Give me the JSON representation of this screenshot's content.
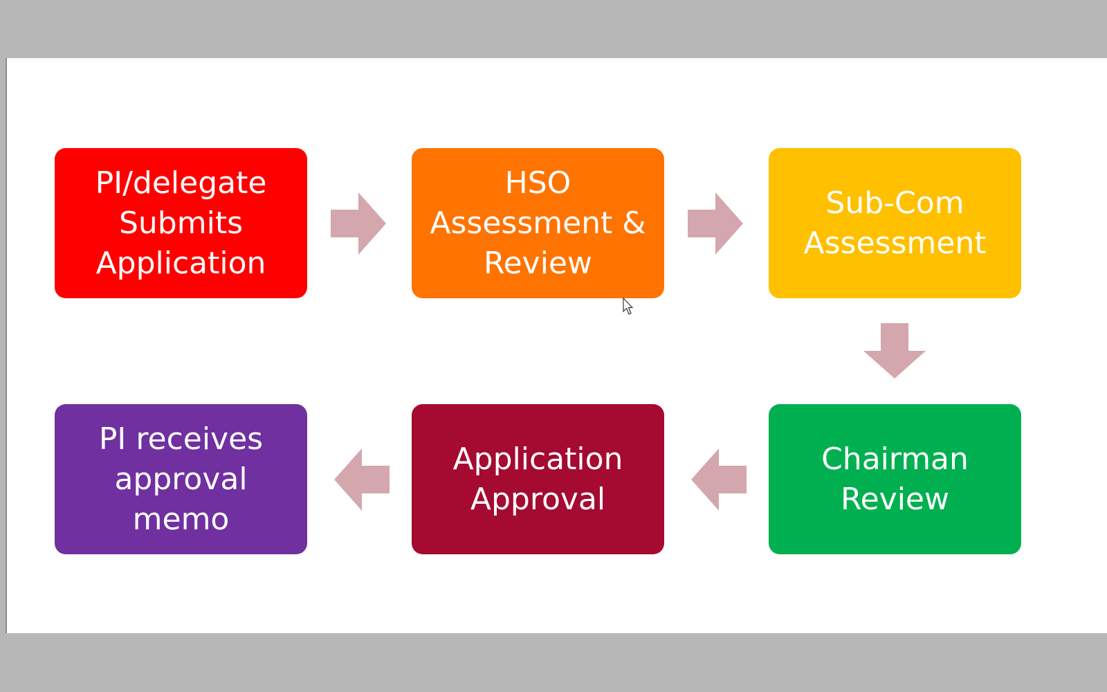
{
  "diagram": {
    "nodes": [
      {
        "id": "submit",
        "label": "PI/delegate\nSubmits\nApplication",
        "color": "#ff0000"
      },
      {
        "id": "hso",
        "label": "HSO\nAssessment &\nReview",
        "color": "#ff7300"
      },
      {
        "id": "subcom",
        "label": "Sub-Com\nAssessment",
        "color": "#ffc000"
      },
      {
        "id": "chairman",
        "label": "Chairman\nReview",
        "color": "#00b050"
      },
      {
        "id": "approval",
        "label": "Application\nApproval",
        "color": "#a50a30"
      },
      {
        "id": "memo",
        "label": "PI receives\napproval\nmemo",
        "color": "#7030a0"
      }
    ],
    "edges": [
      {
        "from": "submit",
        "to": "hso"
      },
      {
        "from": "hso",
        "to": "subcom"
      },
      {
        "from": "subcom",
        "to": "chairman"
      },
      {
        "from": "chairman",
        "to": "approval"
      },
      {
        "from": "approval",
        "to": "memo"
      }
    ],
    "arrow_color": "#d3a7ad"
  }
}
